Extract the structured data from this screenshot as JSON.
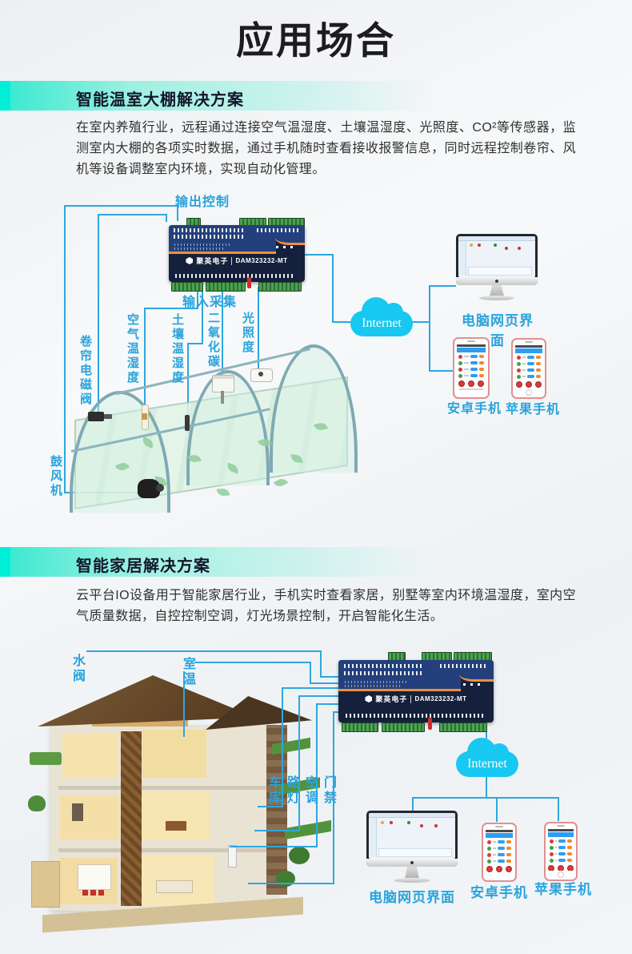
{
  "title": "应用场合",
  "cloud_label": "Internet",
  "device": {
    "brand": "聚英电子",
    "model": "DAM323232-MT"
  },
  "colors": {
    "accent_teal": "#00efd6",
    "label_blue": "#29a3dc",
    "line_blue": "#2da7e0",
    "cloud_cyan": "#17c8f1",
    "device_navy": "#15213c",
    "device_blue": "#23407c",
    "device_orange": "#ee8f3e",
    "terminal_green": "#3f9b45"
  },
  "icons": {
    "internet_cloud": "cloud-shape",
    "brand_logo": "hexagon",
    "apple_logo": "dark-dot"
  },
  "sections": [
    {
      "header": "智能温室大棚解决方案",
      "paragraph": "在室内养殖行业，远程通过连接空气温湿度、土壤温湿度、光照度、CO²等传感器，监测室内大棚的各项实时数据，通过手机随时查看接收报警信息，同时远程控制卷帘、风机等设备调整室内环境，实现自动化管理。",
      "labels": {
        "output": "输出控制",
        "input": "输入采集",
        "shutter_valve": "卷帘电磁阀",
        "air_th": "空气温湿度",
        "soil_th": "土壤温湿度",
        "co2": "二氧化碳",
        "light": "光照度",
        "blower": "鼓风机",
        "pc": "电脑网页界面",
        "android": "安卓手机",
        "iphone": "苹果手机"
      }
    },
    {
      "header": "智能家居解决方案",
      "paragraph": "云平台IO设备用于智能家居行业，手机实时查看家居，别墅等室内环境温湿度，室内空气质量数据，自控控制空调，灯光场景控制，开启智能化生活。",
      "labels": {
        "water_valve": "水阀",
        "room_temp": "室温",
        "garage": "车库",
        "street_lamp": "路灯",
        "ac": "空调",
        "door": "门禁",
        "pc": "电脑网页界面",
        "android": "安卓手机",
        "iphone": "苹果手机"
      }
    }
  ]
}
